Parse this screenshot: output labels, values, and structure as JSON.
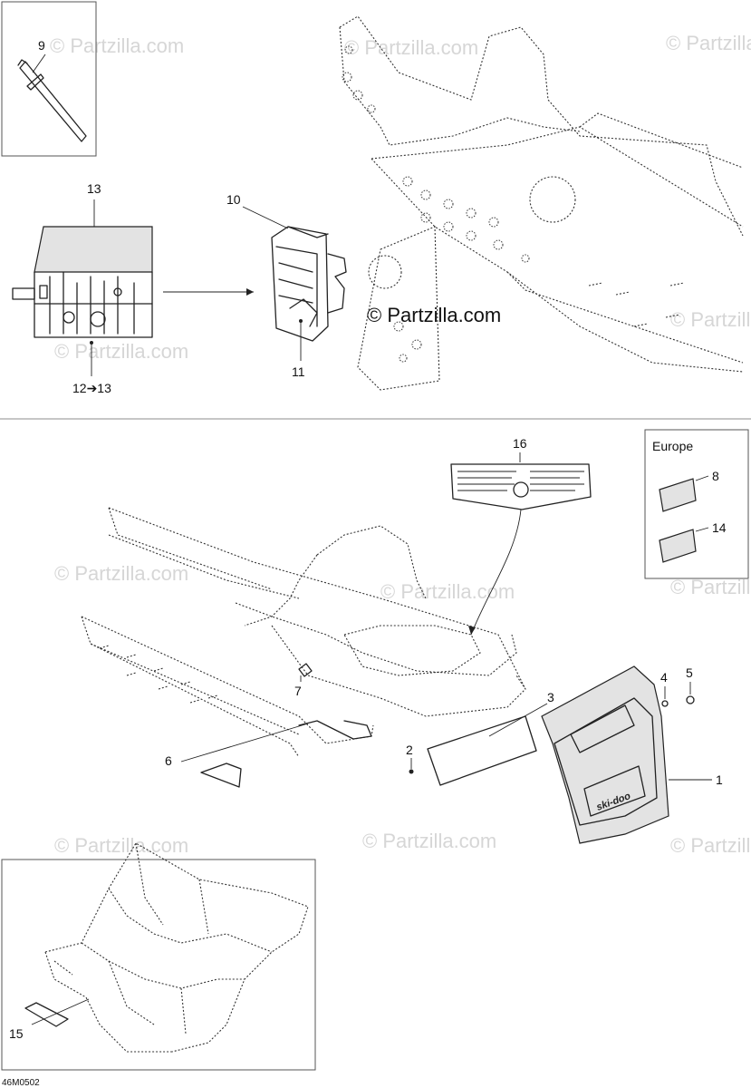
{
  "callouts": {
    "c1": "1",
    "c2": "2",
    "c3": "3",
    "c4": "4",
    "c5": "5",
    "c6": "6",
    "c7": "7",
    "c8": "8",
    "c9": "9",
    "c10": "10",
    "c11": "11",
    "c13": "13",
    "c14": "14",
    "c15": "15",
    "c16": "16",
    "c12to13": "12➔13"
  },
  "europe_label": "Europe",
  "watermark": "© Partzilla.com",
  "watermark_prominent": "© Partzilla.com",
  "diagram_code": "46M0502",
  "decal_brand": "ski-doo"
}
